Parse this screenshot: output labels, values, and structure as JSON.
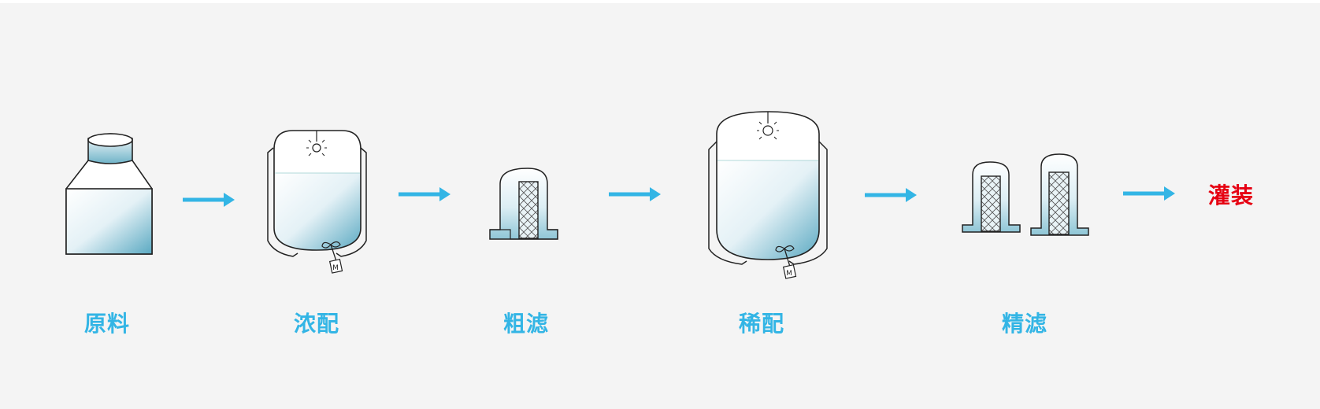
{
  "colors": {
    "background": "#f4f4f4",
    "accent": "#33b5e5",
    "final_step": "#e60012",
    "outline": "#222222",
    "tank_fill": "#7fbcd0"
  },
  "steps": [
    {
      "label": "原料",
      "icon": "raw-material-bottle-icon"
    },
    {
      "label": "浓配",
      "icon": "concentrated-mixing-tank-icon"
    },
    {
      "label": "粗滤",
      "icon": "coarse-filter-icon"
    },
    {
      "label": "稀配",
      "icon": "dilution-mixing-tank-icon"
    },
    {
      "label": "精滤",
      "icon": "fine-filter-icon"
    }
  ],
  "final_step": {
    "label": "灌装"
  },
  "motor_label": "M"
}
